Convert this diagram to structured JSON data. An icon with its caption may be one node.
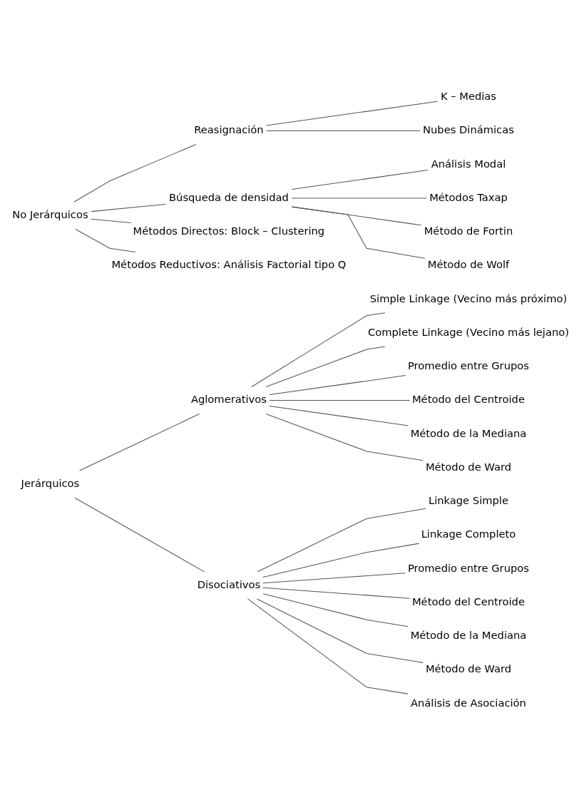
{
  "diagram": {
    "nodes": [
      {
        "text": [
          "Jerárquicos"
        ]
      },
      {
        "text": [
          "Aglomerativos"
        ]
      },
      {
        "text": [
          "Simple Linkage (Vecino más próximo)"
        ]
      },
      {
        "text": [
          "Complete Linkage (Vecino más lejano)"
        ]
      },
      {
        "text": [
          "Promedio entre Grupos"
        ]
      },
      {
        "text": [
          "Método del Centroide"
        ]
      },
      {
        "text": [
          "Método de la Mediana"
        ]
      },
      {
        "text": [
          "Método de Ward"
        ]
      },
      {
        "text": [
          "Disociativos"
        ]
      },
      {
        "text": [
          "Linkage Simple"
        ]
      },
      {
        "text": [
          "Linkage Completo"
        ]
      },
      {
        "text": [
          "Promedio entre Grupos"
        ]
      },
      {
        "text": [
          "Método del Centroide"
        ]
      },
      {
        "text": [
          "Método de la Mediana"
        ]
      },
      {
        "text": [
          "Método de Ward"
        ]
      },
      {
        "text": [
          "Análisis de Asociación"
        ]
      },
      {
        "text": [
          "No Jerárquicos"
        ]
      },
      {
        "text": [
          "Reasignación"
        ]
      },
      {
        "text": [
          "K – Medias"
        ]
      },
      {
        "text": [
          "Nubes Dinámicas"
        ]
      },
      {
        "text": [
          "Búsqueda de densidad"
        ]
      },
      {
        "text": [
          "Análisis Modal"
        ]
      },
      {
        "text": [
          "Métodos Taxap"
        ]
      },
      {
        "text": [
          "Método de Fortin"
        ]
      },
      {
        "text": [
          "Método de Wolf"
        ]
      },
      {
        "text": [
          "Métodos Directos: Block – Clustering"
        ]
      },
      {
        "text": [
          "Métodos Reductivos: Análisis Factorial tipo Q"
        ]
      }
    ],
    "edges": [
      {
        "from": 0,
        "to": 1,
        "arrow": "none"
      },
      {
        "from": 1,
        "to": 2,
        "arrow": "none"
      },
      {
        "from": 1,
        "to": 3,
        "arrow": "none"
      },
      {
        "from": 1,
        "to": 4,
        "arrow": "none"
      },
      {
        "from": 1,
        "to": 5,
        "arrow": "none"
      },
      {
        "from": 1,
        "to": 6,
        "arrow": "none"
      },
      {
        "from": 1,
        "to": 7,
        "arrow": "none"
      },
      {
        "from": 0,
        "to": 8,
        "arrow": "none"
      },
      {
        "from": 8,
        "to": 9,
        "arrow": "none"
      },
      {
        "from": 8,
        "to": 10,
        "arrow": "none"
      },
      {
        "from": 8,
        "to": 11,
        "arrow": "none"
      },
      {
        "from": 8,
        "to": 12,
        "arrow": "none"
      },
      {
        "from": 8,
        "to": 13,
        "arrow": "none"
      },
      {
        "from": 8,
        "to": 14,
        "arrow": "none"
      },
      {
        "from": 8,
        "to": 15,
        "arrow": "none"
      },
      {
        "from": 16,
        "to": 17,
        "arrow": "none"
      },
      {
        "from": 17,
        "to": 18,
        "arrow": "none"
      },
      {
        "from": 17,
        "to": 19,
        "arrow": "none"
      },
      {
        "from": 16,
        "to": 20,
        "arrow": "none"
      },
      {
        "from": 20,
        "to": 21,
        "arrow": "none"
      },
      {
        "from": 20,
        "to": 22,
        "arrow": "none"
      },
      {
        "from": 20,
        "to": 23,
        "arrow": "none"
      },
      {
        "from": 20,
        "to": 24,
        "arrow": "none"
      },
      {
        "from": 16,
        "to": 25,
        "arrow": "none"
      },
      {
        "from": 16,
        "to": 26,
        "arrow": "none"
      }
    ]
  }
}
